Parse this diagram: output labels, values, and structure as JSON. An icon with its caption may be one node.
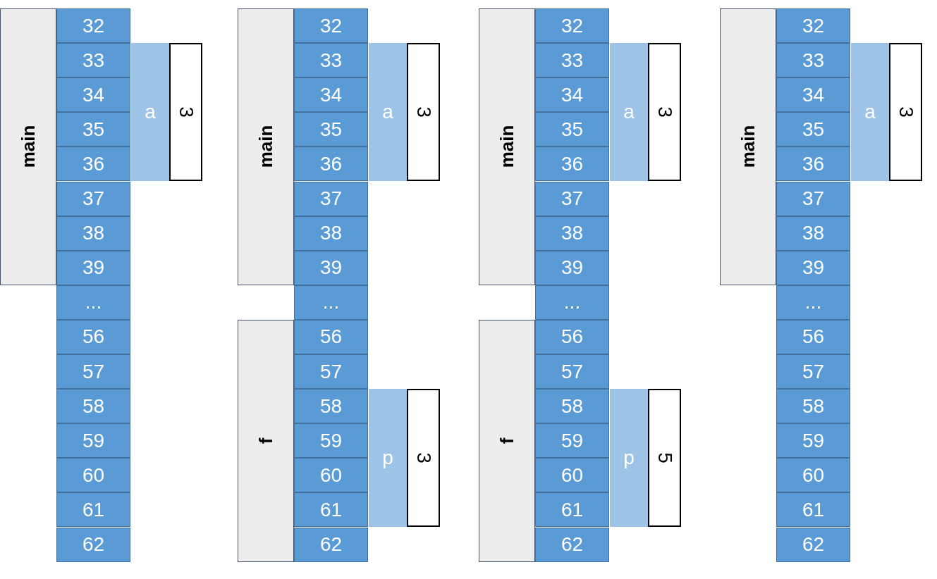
{
  "diagram": {
    "nodes": [
      {
        "text": [
          "main"
        ]
      },
      {
        "text": [
          "32"
        ]
      },
      {
        "text": [
          "33"
        ]
      },
      {
        "text": [
          "34"
        ]
      },
      {
        "text": [
          "35"
        ]
      },
      {
        "text": [
          "36"
        ]
      },
      {
        "text": [
          "37"
        ]
      },
      {
        "text": [
          "38"
        ]
      },
      {
        "text": [
          "39"
        ]
      },
      {
        "text": [
          "..."
        ]
      },
      {
        "text": [
          "56"
        ]
      },
      {
        "text": [
          "57"
        ]
      },
      {
        "text": [
          "58"
        ]
      },
      {
        "text": [
          "59"
        ]
      },
      {
        "text": [
          "60"
        ]
      },
      {
        "text": [
          "61"
        ]
      },
      {
        "text": [
          "62"
        ]
      },
      {
        "text": [
          "a"
        ]
      },
      {
        "text": [
          "3"
        ]
      },
      {
        "text": [
          "main"
        ]
      },
      {
        "text": [
          "32"
        ]
      },
      {
        "text": [
          "33"
        ]
      },
      {
        "text": [
          "34"
        ]
      },
      {
        "text": [
          "35"
        ]
      },
      {
        "text": [
          "36"
        ]
      },
      {
        "text": [
          "37"
        ]
      },
      {
        "text": [
          "38"
        ]
      },
      {
        "text": [
          "39"
        ]
      },
      {
        "text": [
          "..."
        ]
      },
      {
        "text": [
          "56"
        ]
      },
      {
        "text": [
          "57"
        ]
      },
      {
        "text": [
          "58"
        ]
      },
      {
        "text": [
          "59"
        ]
      },
      {
        "text": [
          "60"
        ]
      },
      {
        "text": [
          "61"
        ]
      },
      {
        "text": [
          "62"
        ]
      },
      {
        "text": [
          "a"
        ]
      },
      {
        "text": [
          "3"
        ]
      },
      {
        "text": [
          "f"
        ]
      },
      {
        "text": [
          "p"
        ]
      },
      {
        "text": [
          "3"
        ]
      },
      {
        "text": [
          "main"
        ]
      },
      {
        "text": [
          "32"
        ]
      },
      {
        "text": [
          "33"
        ]
      },
      {
        "text": [
          "34"
        ]
      },
      {
        "text": [
          "35"
        ]
      },
      {
        "text": [
          "36"
        ]
      },
      {
        "text": [
          "37"
        ]
      },
      {
        "text": [
          "38"
        ]
      },
      {
        "text": [
          "39"
        ]
      },
      {
        "text": [
          "..."
        ]
      },
      {
        "text": [
          "56"
        ]
      },
      {
        "text": [
          "57"
        ]
      },
      {
        "text": [
          "58"
        ]
      },
      {
        "text": [
          "59"
        ]
      },
      {
        "text": [
          "60"
        ]
      },
      {
        "text": [
          "61"
        ]
      },
      {
        "text": [
          "62"
        ]
      },
      {
        "text": [
          "a"
        ]
      },
      {
        "text": [
          "3"
        ]
      },
      {
        "text": [
          "f"
        ]
      },
      {
        "text": [
          "p"
        ]
      },
      {
        "text": [
          "5"
        ]
      },
      {
        "text": [
          "main"
        ]
      },
      {
        "text": [
          "32"
        ]
      },
      {
        "text": [
          "33"
        ]
      },
      {
        "text": [
          "34"
        ]
      },
      {
        "text": [
          "35"
        ]
      },
      {
        "text": [
          "36"
        ]
      },
      {
        "text": [
          "37"
        ]
      },
      {
        "text": [
          "38"
        ]
      },
      {
        "text": [
          "39"
        ]
      },
      {
        "text": [
          "..."
        ]
      },
      {
        "text": [
          "56"
        ]
      },
      {
        "text": [
          "57"
        ]
      },
      {
        "text": [
          "58"
        ]
      },
      {
        "text": [
          "59"
        ]
      },
      {
        "text": [
          "60"
        ]
      },
      {
        "text": [
          "61"
        ]
      },
      {
        "text": [
          "62"
        ]
      },
      {
        "text": [
          "a"
        ]
      },
      {
        "text": [
          "3"
        ]
      }
    ]
  }
}
